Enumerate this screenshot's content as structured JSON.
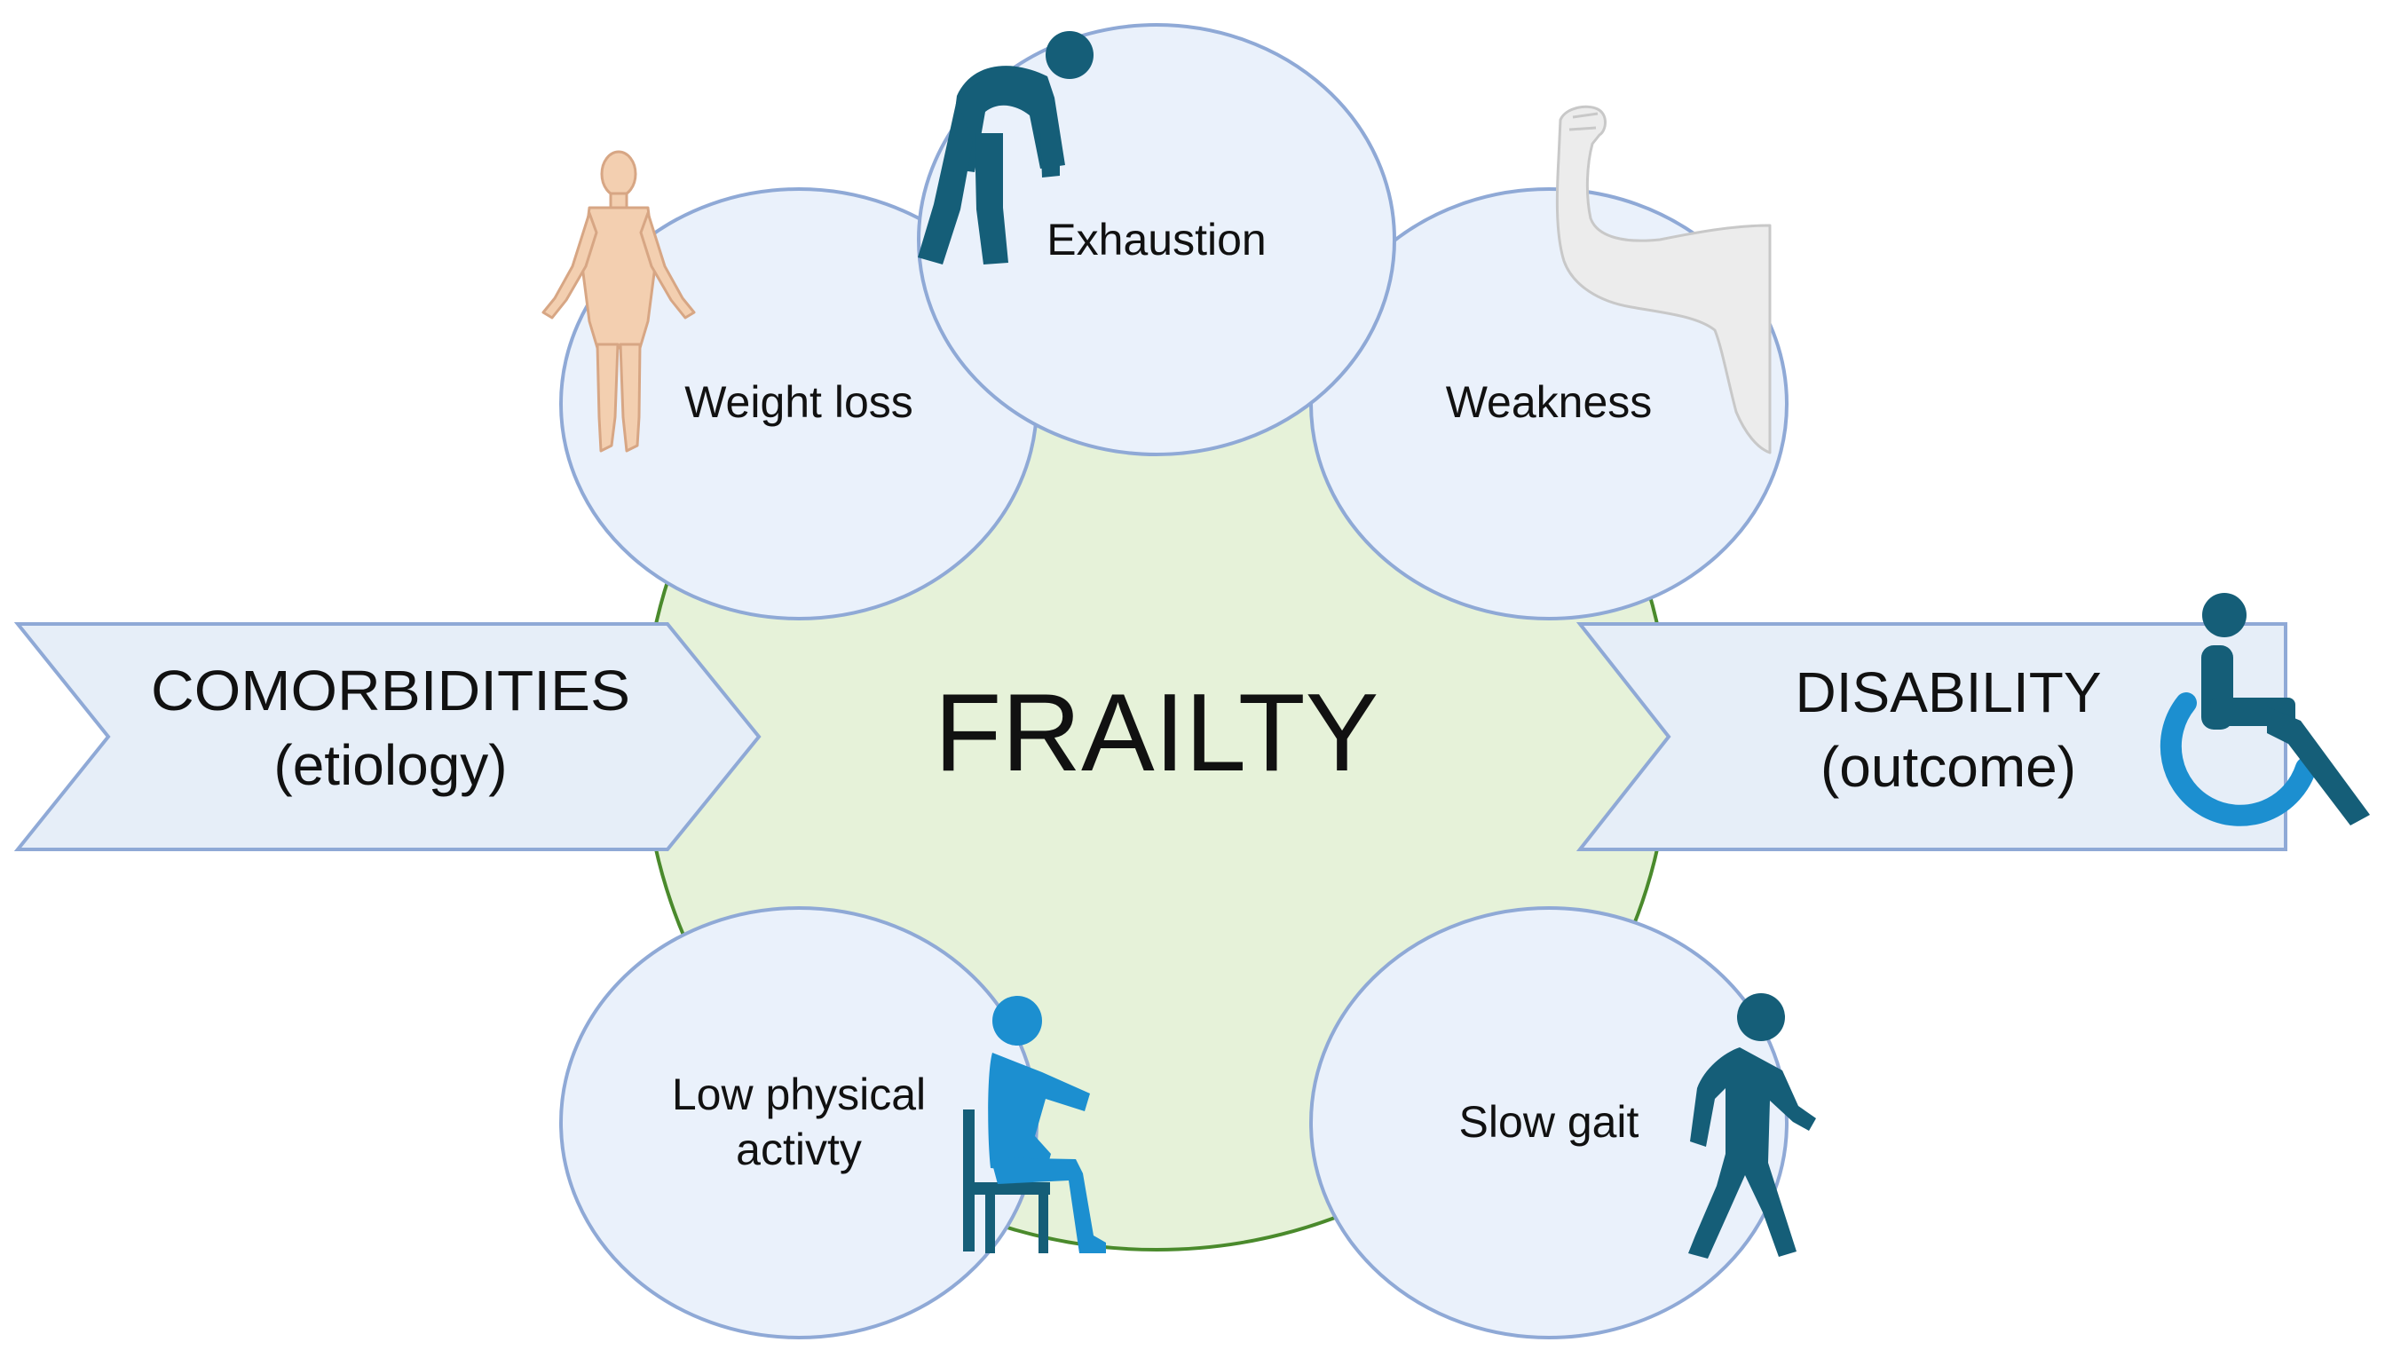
{
  "center": {
    "label": "FRAILTY"
  },
  "left_arrow": {
    "line1": "COMORBIDITIES",
    "line2": "(etiology)"
  },
  "right_arrow": {
    "line1": "DISABILITY",
    "line2": "(outcome)"
  },
  "criteria": {
    "weight_loss": "Weight loss",
    "exhaustion": "Exhaustion",
    "weakness": "Weakness",
    "low_activity_line1": "Low physical",
    "low_activity_line2": "activty",
    "slow_gait": "Slow gait"
  },
  "icons": {
    "weight_loss": "thin-body-icon",
    "exhaustion": "tired-person-icon",
    "weakness": "flexed-arm-icon",
    "low_activity": "seated-person-icon",
    "slow_gait": "walking-person-icon",
    "disability": "wheelchair-icon"
  },
  "colors": {
    "center_fill": "#e6f2d9",
    "center_stroke": "#4a8a2c",
    "bubble_fill": "#eaf1fb",
    "bubble_stroke": "#8fa9d6",
    "arrow_fill": "#e6eef8",
    "arrow_stroke": "#8fa9d6",
    "dark_teal": "#155e78",
    "bright_blue": "#1c8fd0",
    "skin": "#f3cfb0",
    "arm_grey": "#ececec"
  }
}
